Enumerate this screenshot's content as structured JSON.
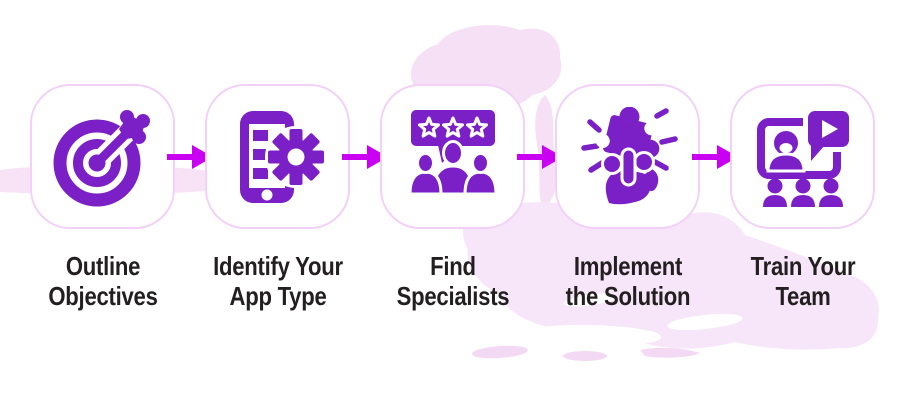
{
  "steps": [
    {
      "icon": "target-dart-icon",
      "label": "Outline Objectives",
      "lines": [
        "Outline",
        "Objectives"
      ]
    },
    {
      "icon": "phone-gear-icon",
      "label": "Identify Your App Type",
      "lines": [
        "Identify Your",
        "App Type"
      ]
    },
    {
      "icon": "team-rating-icon",
      "label": "Find Specialists",
      "lines": [
        "Find",
        "Specialists"
      ]
    },
    {
      "icon": "puzzle-hand-icon",
      "label": "Implement the Solution",
      "lines": [
        "Implement",
        "the Solution"
      ]
    },
    {
      "icon": "video-training-icon",
      "label": "Train Your Team",
      "lines": [
        "Train Your",
        "Team"
      ]
    }
  ],
  "connector": {
    "icon": "right-arrow-icon",
    "count": 4
  },
  "colors": {
    "icon_purple": "#7b1fc7",
    "arrow_magenta": "#c900f2",
    "card_border": "#f2d0f8",
    "card_background": "#ffffff",
    "label_text": "#231f20",
    "background_blob_light": "#f7e6f9",
    "background_blob_pink": "#f6e0f6",
    "page_background": "#ffffff"
  }
}
